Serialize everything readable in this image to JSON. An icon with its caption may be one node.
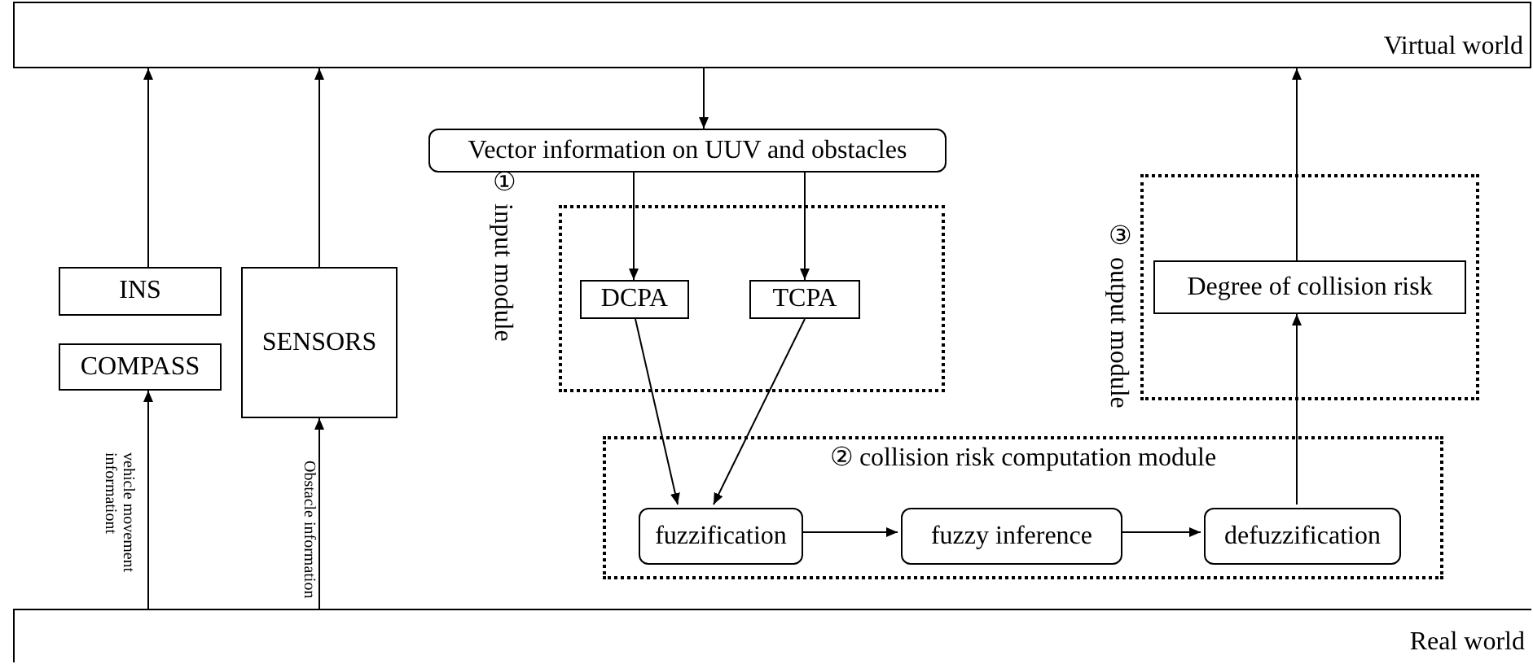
{
  "diagram": {
    "nodes": [
      {
        "text": [
          "Virtual world"
        ]
      },
      {
        "text": [
          "Real world"
        ]
      },
      {
        "text": [
          "INS"
        ]
      },
      {
        "text": [
          "COMPASS"
        ]
      },
      {
        "text": [
          "SENSORS"
        ]
      },
      {
        "text": [
          "Vector information on UUV and obstacles"
        ]
      },
      {
        "text": [
          "① input module"
        ]
      },
      {
        "text": [
          "DCPA"
        ],
        "in": 6
      },
      {
        "text": [
          "TCPA"
        ],
        "in": 6
      },
      {
        "text": [
          "③ output module"
        ]
      },
      {
        "text": [
          "Degree of collision risk"
        ],
        "in": 9
      },
      {
        "text": [
          "② collision risk computation module"
        ]
      },
      {
        "text": [
          "fuzzification"
        ],
        "in": 11
      },
      {
        "text": [
          "fuzzy inference"
        ],
        "in": 11
      },
      {
        "text": [
          "defuzzification"
        ],
        "in": 11
      }
    ],
    "edges": [
      {
        "from": 1,
        "to": 3,
        "arrow": "to",
        "label": "vehicle movement informationt"
      },
      {
        "from": 1,
        "to": 4,
        "arrow": "to",
        "label": "Obstacle information"
      },
      {
        "from": 2,
        "to": 0,
        "arrow": "to"
      },
      {
        "from": 4,
        "to": 0,
        "arrow": "to"
      },
      {
        "from": 0,
        "to": 5,
        "arrow": "to"
      },
      {
        "from": 5,
        "to": 7,
        "arrow": "to"
      },
      {
        "from": 5,
        "to": 8,
        "arrow": "to"
      },
      {
        "from": 7,
        "to": 12,
        "arrow": "to"
      },
      {
        "from": 8,
        "to": 12,
        "arrow": "to"
      },
      {
        "from": 12,
        "to": 13,
        "arrow": "to"
      },
      {
        "from": 13,
        "to": 14,
        "arrow": "to"
      },
      {
        "from": 14,
        "to": 10,
        "arrow": "to"
      },
      {
        "from": 10,
        "to": 0,
        "arrow": "to"
      }
    ]
  }
}
